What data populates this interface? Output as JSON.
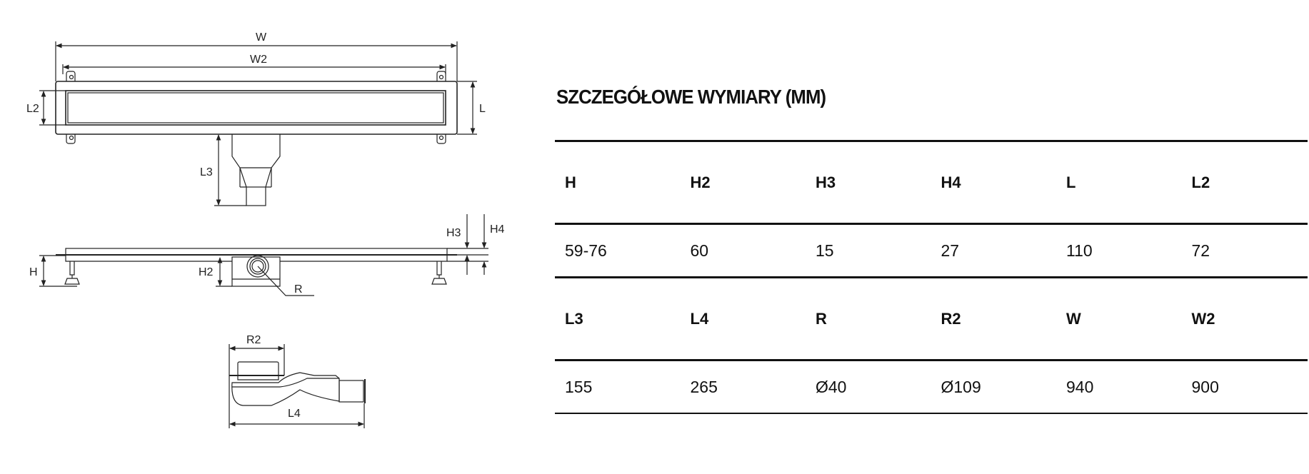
{
  "title": "SZCZEGÓŁOWE WYMIARY (MM)",
  "drawing_labels": {
    "W": "W",
    "W2": "W2",
    "L": "L",
    "L2": "L2",
    "L3": "L3",
    "H": "H",
    "H2": "H2",
    "H3": "H3",
    "H4": "H4",
    "R": "R",
    "R2": "R2",
    "L4": "L4"
  },
  "table": {
    "rows": [
      {
        "headers": [
          "H",
          "H2",
          "H3",
          "H4",
          "L",
          "L2"
        ],
        "values": [
          "59-76",
          "60",
          "15",
          "27",
          "110",
          "72"
        ]
      },
      {
        "headers": [
          "L3",
          "L4",
          "R",
          "R2",
          "W",
          "W2"
        ],
        "values": [
          "155",
          "265",
          "Ø40",
          "Ø109",
          "940",
          "900"
        ]
      }
    ]
  }
}
